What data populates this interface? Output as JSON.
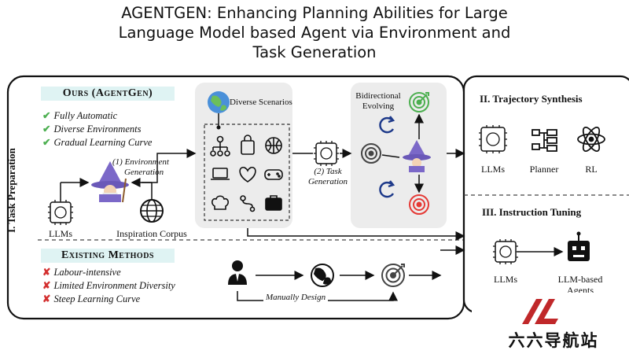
{
  "title": {
    "line1": "AGENTGEN: Enhancing Planning Abilities for Large",
    "line2": "Language Model based Agent via Environment and",
    "line3": "Task Generation"
  },
  "left_panel": {
    "section_label": "I. Task Preparation",
    "ours_banner": "Ours (AgentGen)",
    "ours_bullets": [
      "Fully Automatic",
      "Diverse Environments",
      "Gradual Learning Curve"
    ],
    "env_gen_step": "(1) Environment",
    "env_gen_step2": "Generation",
    "llms_label": "LLMs",
    "corpus_label": "Inspiration Corpus",
    "scenarios_label": "Diverse Scenarios",
    "task_gen_step": "(2) Task",
    "task_gen_step2": "Generation",
    "bidir_label1": "Bidirectional",
    "bidir_label2": "Evolving",
    "existing_banner": "Existing Methods",
    "existing_bullets": [
      "Labour-intensive",
      "Limited Environment Diversity",
      "Steep Learning Curve"
    ],
    "manual_label": "Manually Design"
  },
  "right_panel": {
    "trajectory_title": "II. Trajectory Synthesis",
    "trajectory_items": [
      "LLMs",
      "Planner",
      "RL"
    ],
    "instruction_title": "III. Instruction Tuning",
    "instruction_llms": "LLMs",
    "instruction_agents1": "LLM-based",
    "instruction_agents2": "Agents"
  },
  "watermark": {
    "text": "六六导航站"
  },
  "colors": {
    "banner_bg": "#dff3f3",
    "check": "#4caf50",
    "cross": "#d32f2f",
    "wizard": "#7b68c8",
    "watermark_red": "#c0282a"
  }
}
